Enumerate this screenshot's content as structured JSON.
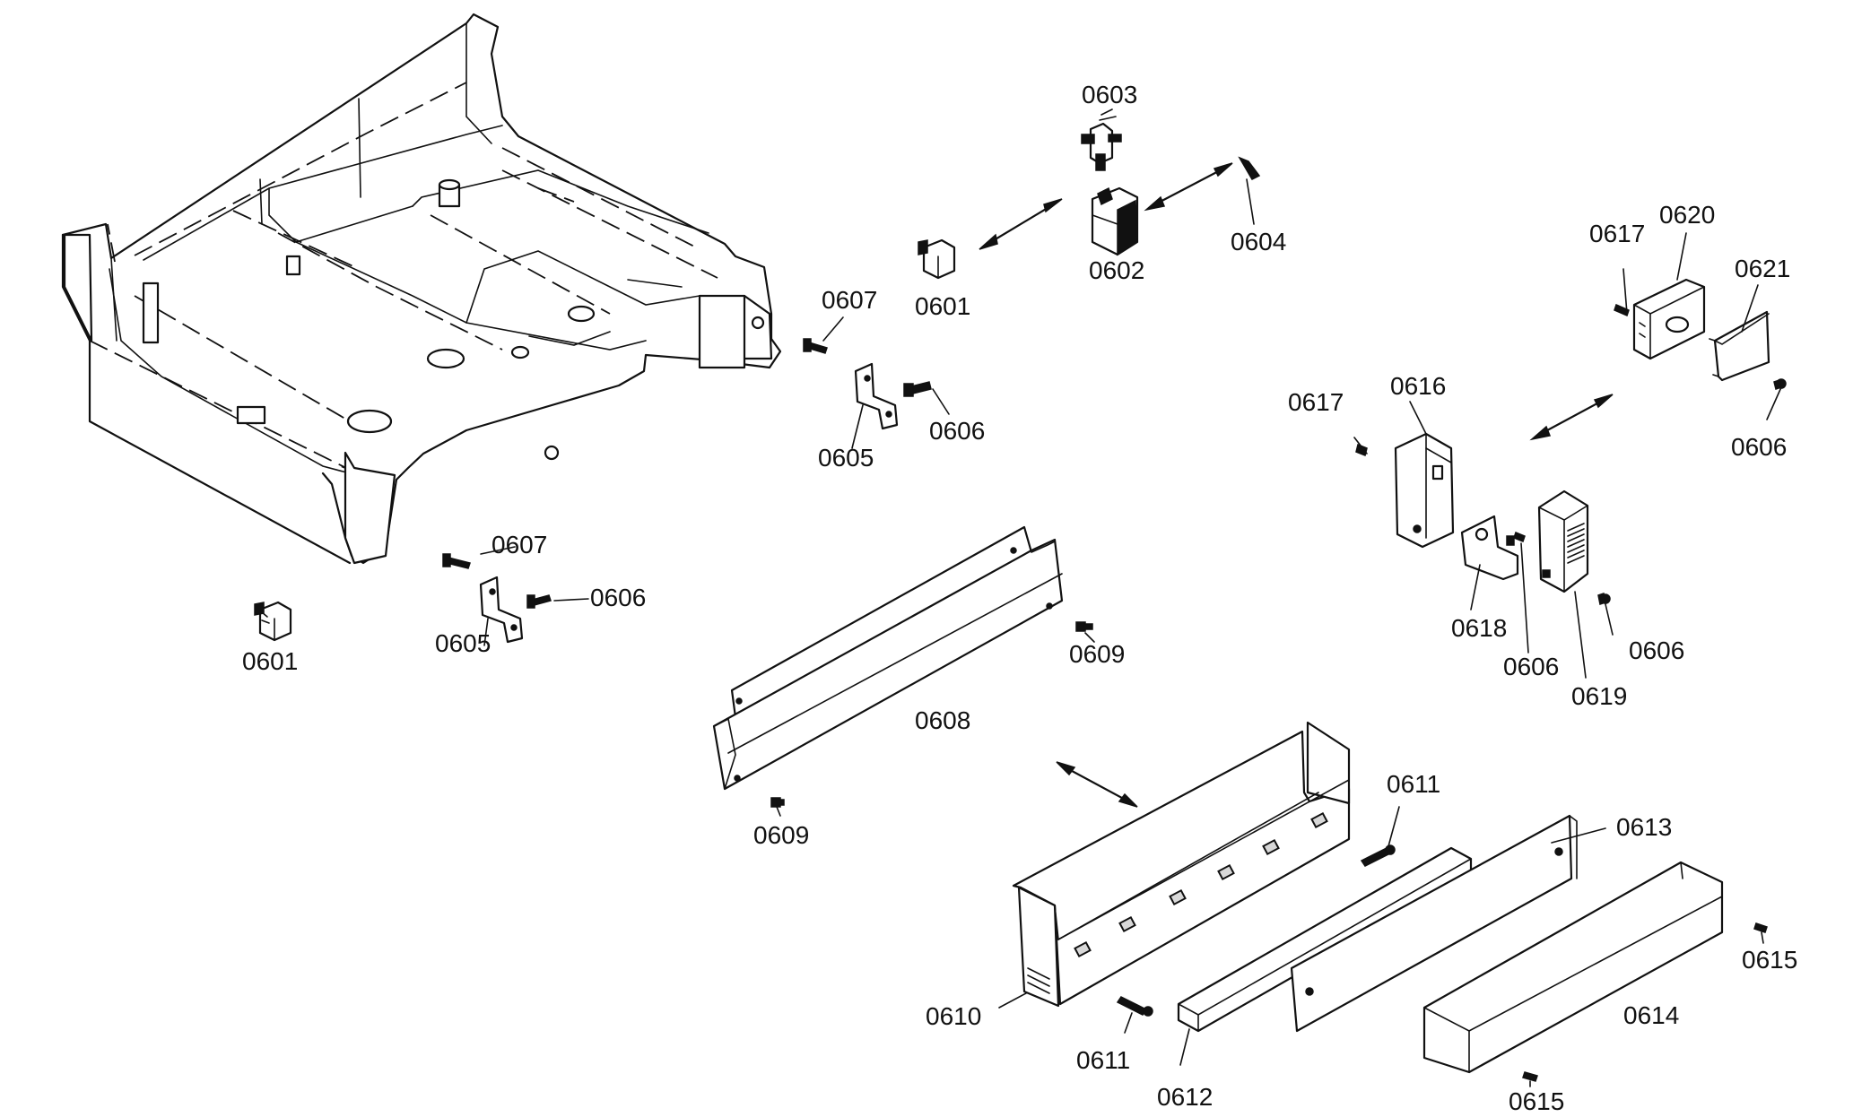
{
  "labels": {
    "l0601a": "0601",
    "l0601b": "0601",
    "l0602": "0602",
    "l0603": "0603",
    "l0604": "0604",
    "l0605a": "0605",
    "l0605b": "0605",
    "l0606a": "0606",
    "l0606b": "0606",
    "l0606c": "0606",
    "l0606d": "0606",
    "l0606e": "0606",
    "l0607a": "0607",
    "l0607b": "0607",
    "l0608": "0608",
    "l0609a": "0609",
    "l0609b": "0609",
    "l0610": "0610",
    "l0611a": "0611",
    "l0611b": "0611",
    "l0612": "0612",
    "l0613": "0613",
    "l0614": "0614",
    "l0615a": "0615",
    "l0615b": "0615",
    "l0616": "0616",
    "l0617a": "0617",
    "l0617b": "0617",
    "l0618": "0618",
    "l0619": "0619",
    "l0620": "0620",
    "l0621": "0621"
  }
}
